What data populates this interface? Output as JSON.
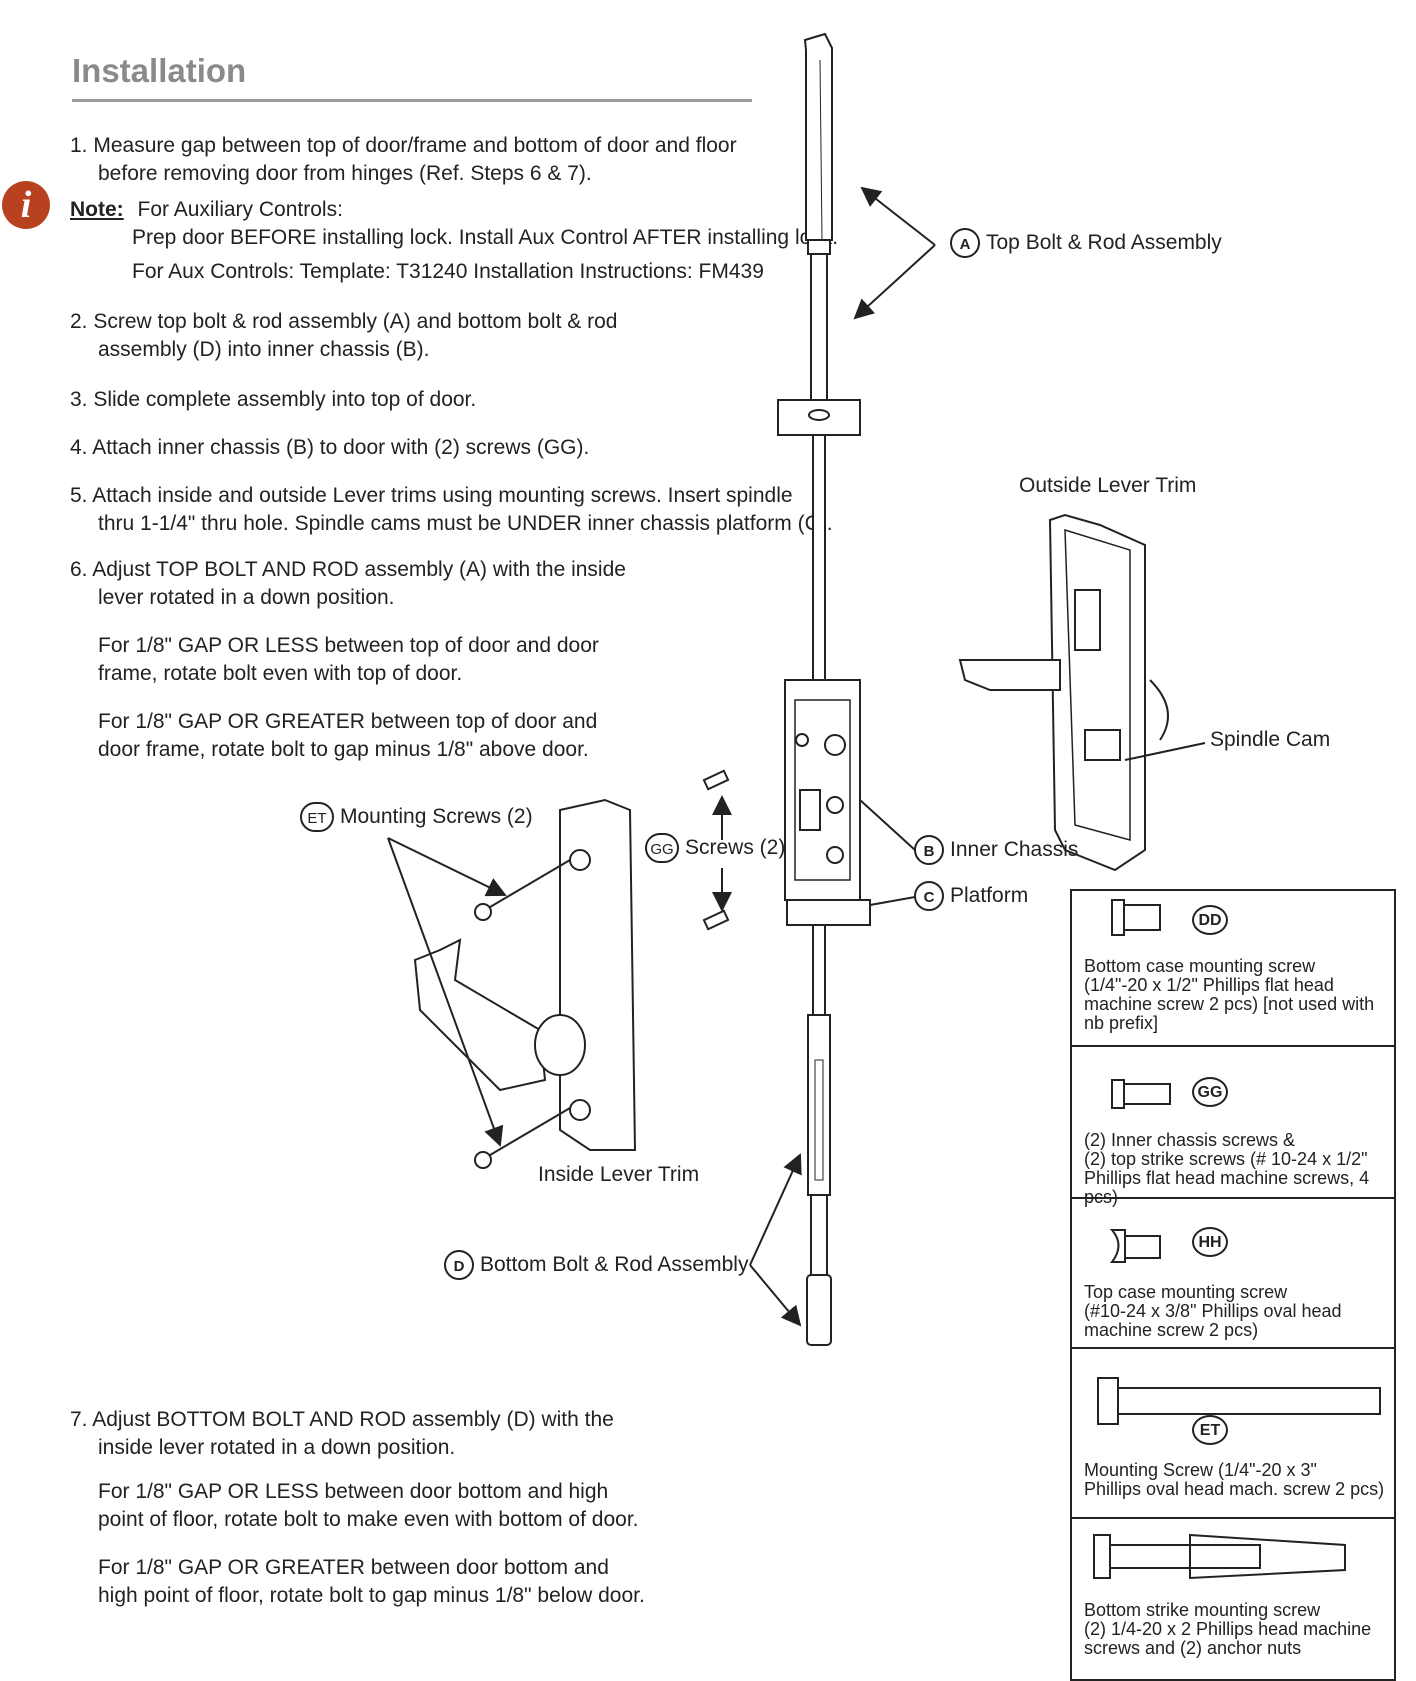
{
  "heading": "Installation",
  "steps": {
    "s1_a": "1.  Measure gap between top of door/frame and bottom of door and floor",
    "s1_b": "before removing door from hinges (Ref. Steps 6 & 7).",
    "note_label": "Note:",
    "note_1": "For Auxiliary Controls:",
    "note_2": "Prep door BEFORE installing lock. Install Aux Control AFTER installing lock.",
    "note_3": "For Aux Controls: Template: T31240  Installation Instructions: FM439",
    "s2_a": "2.  Screw top bolt & rod assembly (A) and bottom bolt & rod",
    "s2_b": "assembly (D) into inner chassis (B).",
    "s3": "3.  Slide complete assembly into top of door.",
    "s4": "4.  Attach inner chassis (B) to door with (2) screws (GG).",
    "s5_a": "5.  Attach inside and outside Lever trims using mounting screws. Insert spindle",
    "s5_b": "thru 1-1/4\" thru hole. Spindle cams must be UNDER inner chassis platform (C).",
    "s6_a": "6.  Adjust TOP BOLT AND ROD assembly (A) with the inside",
    "s6_b": "lever rotated in a down position.",
    "s6_c1": "For 1/8\" GAP OR LESS between top of door and door",
    "s6_c2": "frame, rotate bolt even with top of door.",
    "s6_d1": "For 1/8\" GAP OR GREATER between top of door and",
    "s6_d2": "door frame, rotate bolt to gap minus 1/8\" above door.",
    "s7_a": "7.  Adjust BOTTOM BOLT AND ROD assembly (D) with the",
    "s7_b": "inside lever rotated in a down position.",
    "s7_c1": "For 1/8\" GAP OR LESS between door bottom and high",
    "s7_c2": "point of floor, rotate bolt to make even with bottom of door.",
    "s7_d1": "For 1/8\" GAP OR GREATER between door bottom and",
    "s7_d2": "high point of floor, rotate bolt to gap minus 1/8\" below door."
  },
  "callouts": {
    "a_tag": "A",
    "a_label": "Top Bolt & Rod Assembly",
    "outside_trim": "Outside Lever Trim",
    "spindle_cam": "Spindle Cam",
    "b_tag": "B",
    "b_label": "Inner Chassis",
    "c_tag": "C",
    "c_label": "Platform",
    "gg_tag": "GG",
    "gg_label": "Screws (2)",
    "et_tag": "ET",
    "et_label": "Mounting Screws (2)",
    "inside_trim": "Inside Lever Trim",
    "d_tag": "D",
    "d_label": "Bottom Bolt & Rod Assembly"
  },
  "parts": [
    {
      "tag": "DD",
      "l1": "Bottom case mounting screw",
      "l2": "(1/4\"-20 x 1/2\" Phillips flat head",
      "l3": "machine screw 2 pcs) [not used with",
      "l4": "nb prefix]"
    },
    {
      "tag": "GG",
      "l1": "(2) Inner chassis screws &",
      "l2": "(2) top strike screws (# 10-24 x 1/2\"",
      "l3": "Phillips flat head machine screws, 4 pcs)"
    },
    {
      "tag": "HH",
      "l1": "Top case mounting screw",
      "l2": "(#10-24 x 3/8\" Phillips oval head",
      "l3": "machine screw 2 pcs)"
    },
    {
      "tag": "ET",
      "l1": "Mounting Screw (1/4\"-20 x 3\"",
      "l2": "Phillips oval head mach. screw 2 pcs)"
    },
    {
      "tag": "",
      "l1": "Bottom strike mounting screw",
      "l2": "(2) 1/4-20 x 2 Phillips head machine",
      "l3": "screws and (2) anchor nuts"
    }
  ]
}
